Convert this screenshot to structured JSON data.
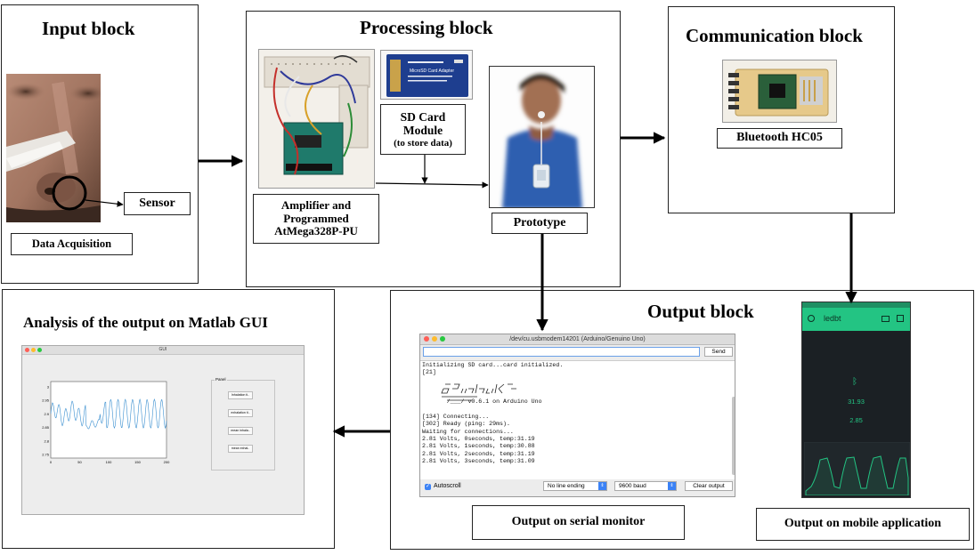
{
  "blocks": {
    "input": {
      "title": "Input block",
      "sensor_label": "Sensor",
      "acq_label": "Data Acquisition"
    },
    "processing": {
      "title": "Processing block",
      "sd_label_main": "SD Card Module",
      "sd_label_note": "(to store data)",
      "amp_label": "Amplifier and Programmed AtMega328P-PU",
      "prototype_label": "Prototype",
      "sd_board_text": "MicroSD Card Adapter"
    },
    "communication": {
      "title": "Communication block",
      "bt_label": "Bluetooth HC05"
    },
    "output": {
      "title": "Output block",
      "serial_caption": "Output on serial monitor",
      "mobile_caption": "Output on mobile application"
    },
    "analysis": {
      "title": "Analysis of the output on Matlab GUI"
    }
  },
  "serial_monitor": {
    "window_title": "/dev/cu.usbmodem14201 (Arduino/Genuino Uno)",
    "send_label": "Send",
    "lines": [
      "Initializing SD card...card initialized.",
      "[21]",
      " ",
      " ",
      " ",
      "       /___/ v0.6.1 on Arduino Uno",
      " ",
      "[134] Connecting...",
      "[302] Ready (ping: 29ms).",
      "Waiting for connections...",
      "2.81 Volts, 0seconds, temp:31.19",
      "2.81 Volts, 1seconds, temp:30.88",
      "2.81 Volts, 2seconds, temp:31.19",
      "2.81 Volts, 3seconds, temp:31.09"
    ],
    "autoscroll_label": "Autoscroll",
    "line_ending": "No line ending",
    "baud": "9600 baud",
    "clear_label": "Clear output"
  },
  "mobile_app": {
    "app_name": "ledbt",
    "value1": "31.93",
    "value2": "2.85",
    "accent": "#23c483"
  },
  "matlab_gui": {
    "window_title": "GUI",
    "panel_title": "Panel",
    "buttons": [
      "Inhalation ti..",
      "exhalation ti..",
      "mean inhala..",
      "mean exhal.."
    ],
    "yticks": [
      "3",
      "2.95",
      "2.9",
      "2.85",
      "2.8",
      "2.75"
    ],
    "xticks": [
      "0",
      "50",
      "100",
      "150",
      "200"
    ]
  },
  "colors": {
    "arrow": "#000000",
    "plot_line": "#3a8fd0"
  }
}
